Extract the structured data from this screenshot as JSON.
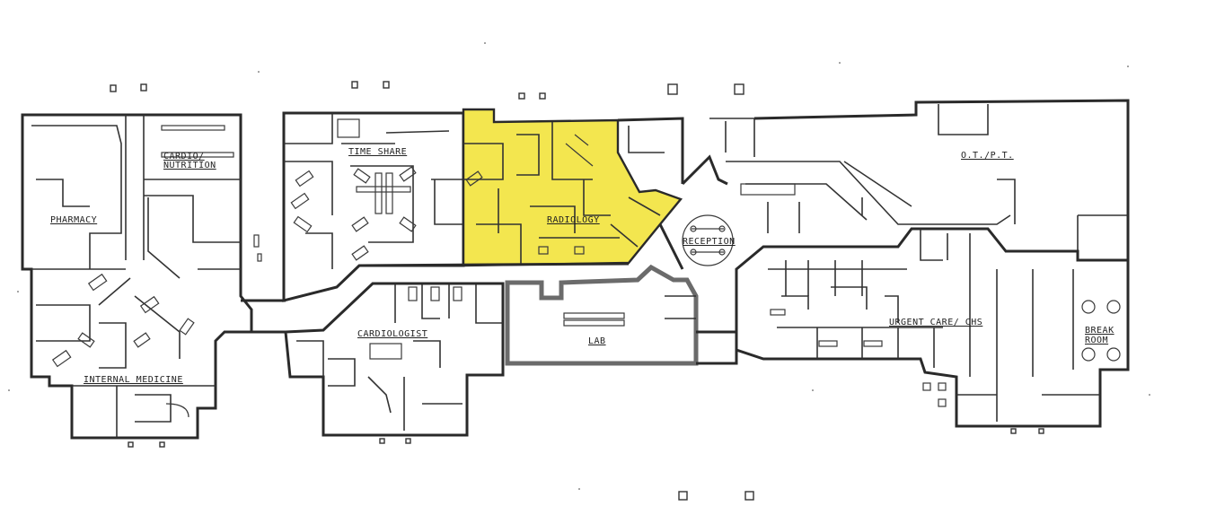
{
  "plan": {
    "type": "floor-plan",
    "highlight_color": "#f3e64f",
    "line_color": "#2a2a2a",
    "background": "#ffffff",
    "highlighted_department": "RADIOLOGY"
  },
  "departments": {
    "pharmacy": "PHARMACY",
    "cardio_nutrition_1": "CARDIO/",
    "cardio_nutrition_2": "NUTRITION",
    "internal_medicine": "INTERNAL MEDICINE",
    "time_share": "TIME SHARE",
    "radiology": "RADIOLOGY",
    "cardiologist": "CARDIOLOGIST",
    "lab": "LAB",
    "reception": "RECEPTION",
    "ot_pt": "O.T./P.T.",
    "urgent_care": "URGENT CARE/ CHS",
    "break_room_1": "BREAK",
    "break_room_2": "ROOM"
  }
}
